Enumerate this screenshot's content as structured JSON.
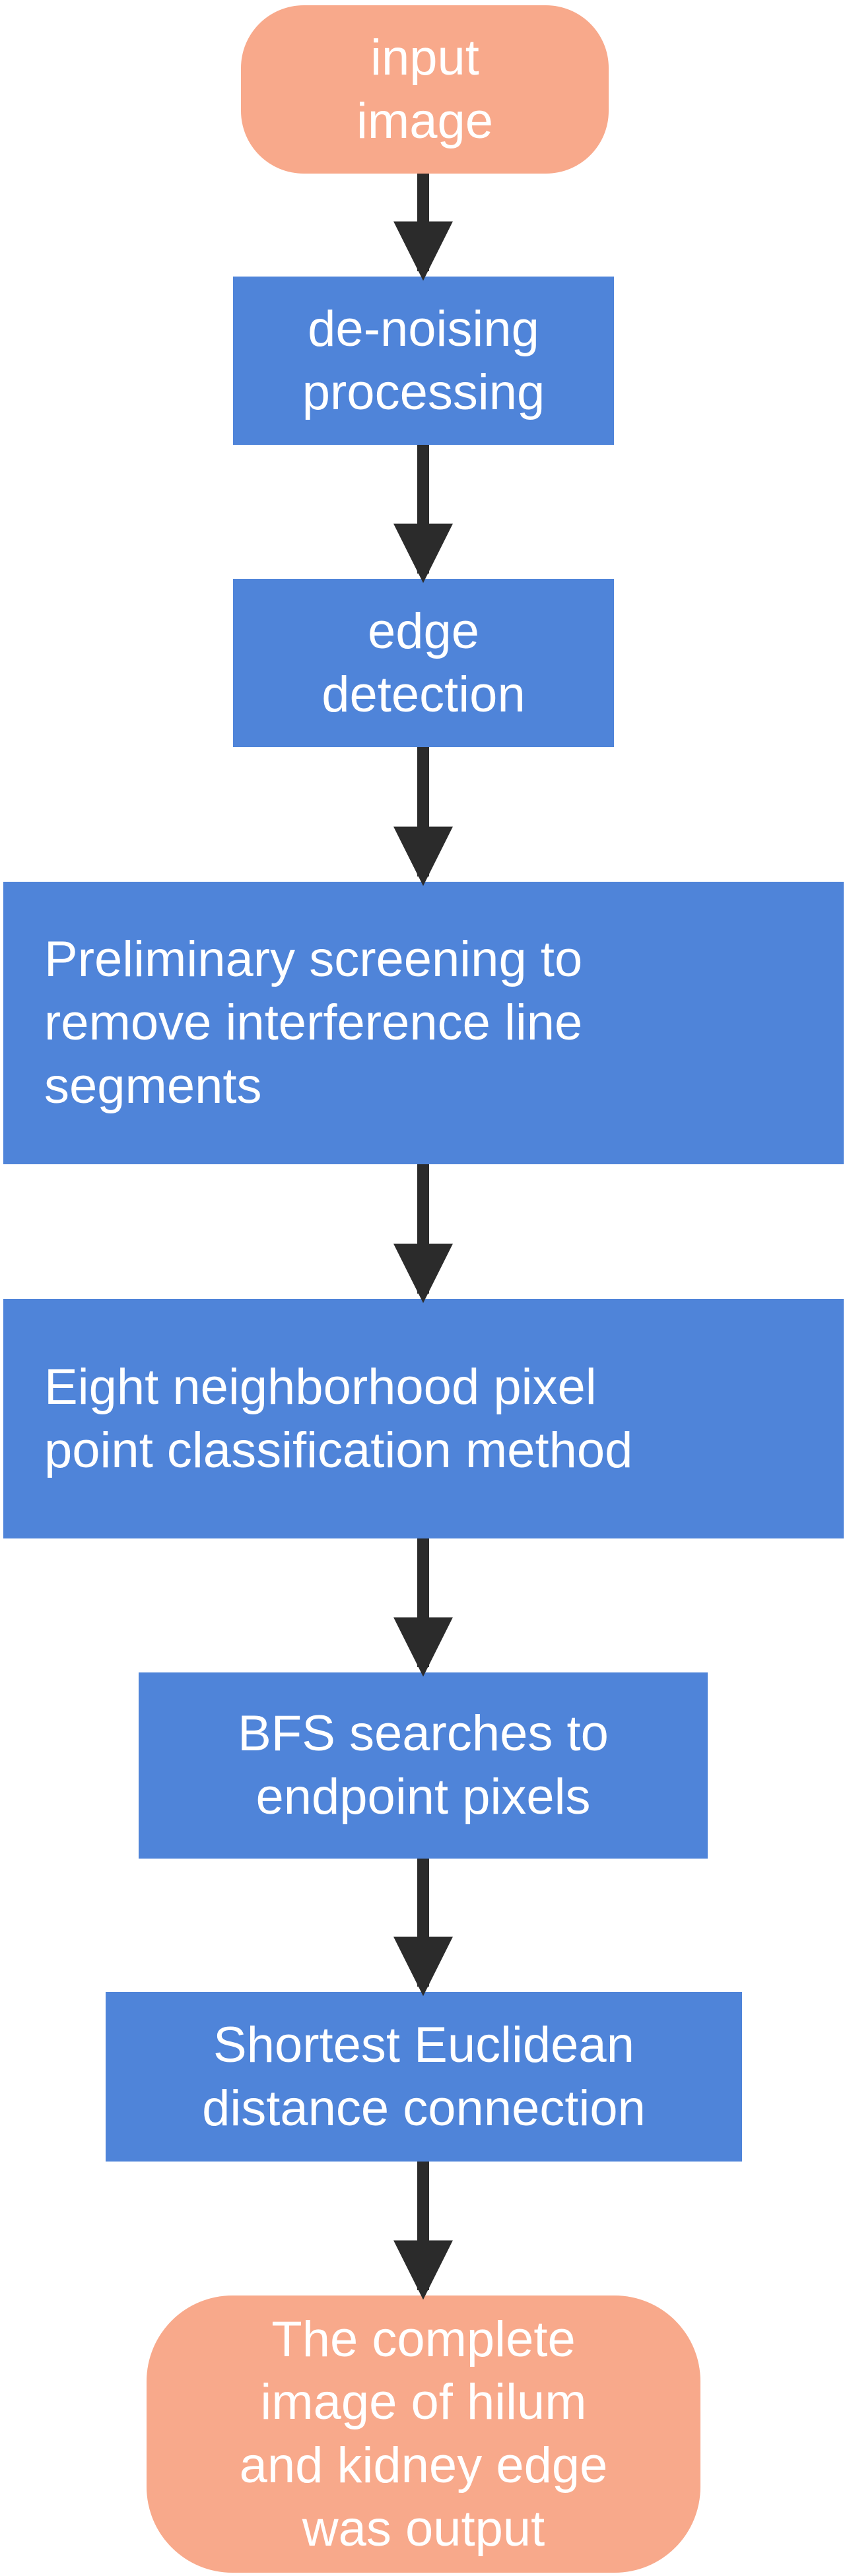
{
  "flowchart": {
    "nodes": [
      {
        "id": "start",
        "shape": "terminal",
        "text": "input\nimage"
      },
      {
        "id": "denoise",
        "shape": "process",
        "text": "de-noising\nprocessing"
      },
      {
        "id": "edge",
        "shape": "process",
        "text": "edge\ndetection"
      },
      {
        "id": "prelim",
        "shape": "process",
        "text": "Preliminary screening to\nremove interference line\nsegments"
      },
      {
        "id": "eight",
        "shape": "process",
        "text": "Eight neighborhood pixel\npoint classification method"
      },
      {
        "id": "bfs",
        "shape": "process",
        "text": "BFS searches to\nendpoint pixels"
      },
      {
        "id": "shortest",
        "shape": "process",
        "text": "Shortest Euclidean\ndistance connection"
      },
      {
        "id": "end",
        "shape": "terminal",
        "text": "The complete\nimage of hilum\nand kidney edge\nwas output"
      }
    ],
    "edges": [
      [
        "start",
        "denoise"
      ],
      [
        "denoise",
        "edge"
      ],
      [
        "edge",
        "prelim"
      ],
      [
        "prelim",
        "eight"
      ],
      [
        "eight",
        "bfs"
      ],
      [
        "bfs",
        "shortest"
      ],
      [
        "shortest",
        "end"
      ]
    ],
    "colors": {
      "process": "#4f84d9",
      "terminal": "#f8a98b",
      "text": "#ffffff",
      "arrow": "#2b2b2b"
    }
  }
}
